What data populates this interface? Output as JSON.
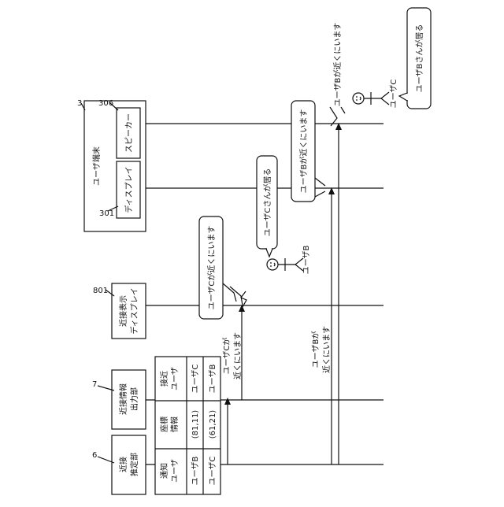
{
  "figure": {
    "ref_user_terminal": "3",
    "ref_display": "301",
    "ref_speaker": "306",
    "ref_proximity_display": "801",
    "ref_estimator": "6",
    "ref_output": "7",
    "user_terminal_label": "ユーザ端末",
    "display_label": "ディスプレイ",
    "speaker_label": "スピーカー",
    "proximity_display_label": [
      "近接表示",
      "ディスプレイ"
    ],
    "estimator_label": [
      "近接",
      "推定部"
    ],
    "output_label": [
      "近接情報",
      "出力部"
    ],
    "table": {
      "headers": [
        [
          "通知",
          "ユーザ"
        ],
        [
          "座標",
          "情報"
        ],
        [
          "接近",
          "ユーザ"
        ]
      ],
      "rows": [
        [
          "ユーザB",
          "(81,11)",
          "ユーザC"
        ],
        [
          "ユーザC",
          "(61,21)",
          "ユーザB"
        ]
      ]
    },
    "msg_c_near": [
      "ユーザCが",
      "近くにいます"
    ],
    "msg_b_near": [
      "ユーザBが",
      "近くにいます"
    ],
    "bubble_display_c": "ユーザCが近くにいます",
    "bubble_speaker_b": "ユーザBが近くにいます",
    "bubble_display_b": "ユーザBが近くにいます",
    "bubble_user_b_thought": "ユーザCさんが居る",
    "bubble_user_c_thought": "ユーザBさんが居る",
    "speech_speaker_b": "ユーザBが近くにいます",
    "person_b": "ユーザB",
    "person_c": "ユーザC"
  }
}
